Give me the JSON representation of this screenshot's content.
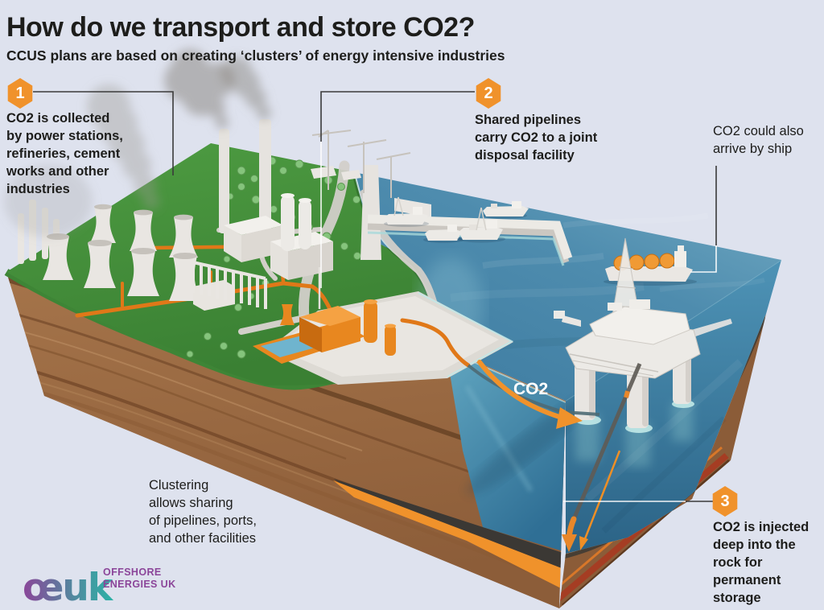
{
  "title": "How do we transport and store CO2?",
  "subtitle": "CCUS plans are based on creating ‘clusters’ of energy intensive industries",
  "steps": [
    {
      "number": "1",
      "text": "CO2 is collected\nby power stations,\nrefineries, cement\nworks and other\nindustries"
    },
    {
      "number": "2",
      "text": "Shared pipelines\ncarry CO2 to a joint\ndisposal facility"
    },
    {
      "number": "3",
      "text": "CO2 is injected\ndeep into the\nrock for\npermanent\nstorage"
    }
  ],
  "notes": {
    "ship": "CO2 could also\narrive by ship",
    "clustering": "Clustering\nallows sharing\nof pipelines, ports,\nand other facilities"
  },
  "sea_label": "CO2",
  "logo": {
    "wordmark": "œuk",
    "line1": "OFFSHORE",
    "line2": "ENERGIES UK"
  },
  "colors": {
    "background": "#DEE2EE",
    "accent_orange": "#F0922B",
    "land_green": "#44923B",
    "sea_blue": "#4E8CAE",
    "soil_brown": "#97663F",
    "storage_orange": "#F0922B",
    "logo_purple": "#8B4599",
    "logo_teal": "#2BB3A6",
    "text": "#1D1D1B"
  }
}
